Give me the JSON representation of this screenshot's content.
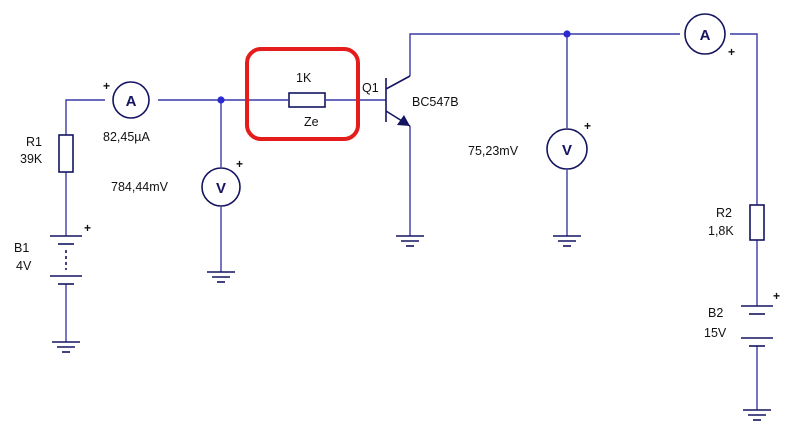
{
  "components": {
    "r1": {
      "name": "R1",
      "value": "39K"
    },
    "b1": {
      "name": "B1",
      "value": "4V"
    },
    "ze": {
      "value": "1K",
      "name": "Ze"
    },
    "q1": {
      "name": "Q1",
      "model": "BC547B"
    },
    "r2": {
      "name": "R2",
      "value": "1,8K"
    },
    "b2": {
      "name": "B2",
      "value": "15V"
    }
  },
  "meters": {
    "base_ammeter": {
      "reading": "82,45µA",
      "symbol": "A"
    },
    "base_voltmeter": {
      "reading": "784,44mV",
      "symbol": "V"
    },
    "collector_voltmeter": {
      "reading": "75,23mV",
      "symbol": "V"
    },
    "collector_ammeter": {
      "symbol": "A"
    }
  },
  "polarity": {
    "plus": "+",
    "minus": "-"
  },
  "colors": {
    "wire": "#3a3aa8",
    "component": "#141460",
    "junction": "#2a2ad0",
    "highlight": "#e41c1c"
  }
}
